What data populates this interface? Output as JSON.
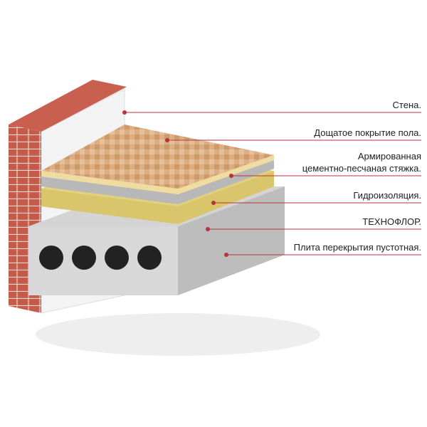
{
  "labels": [
    {
      "text": "Стена."
    },
    {
      "text": "Дощатое покрытие пола."
    },
    {
      "text": "Армированная",
      "text2": "цементно-песчаная стяжка."
    },
    {
      "text": "Гидроизоляция."
    },
    {
      "text": "ТЕХНОФЛОР."
    },
    {
      "text": "Плита перекрытия пустотная."
    }
  ],
  "colors": {
    "leader": "#b5333c",
    "brick": "#c0584a",
    "wood": "#d9a878",
    "insulation": "#d8c46a",
    "concrete": "#c9c9c9"
  }
}
